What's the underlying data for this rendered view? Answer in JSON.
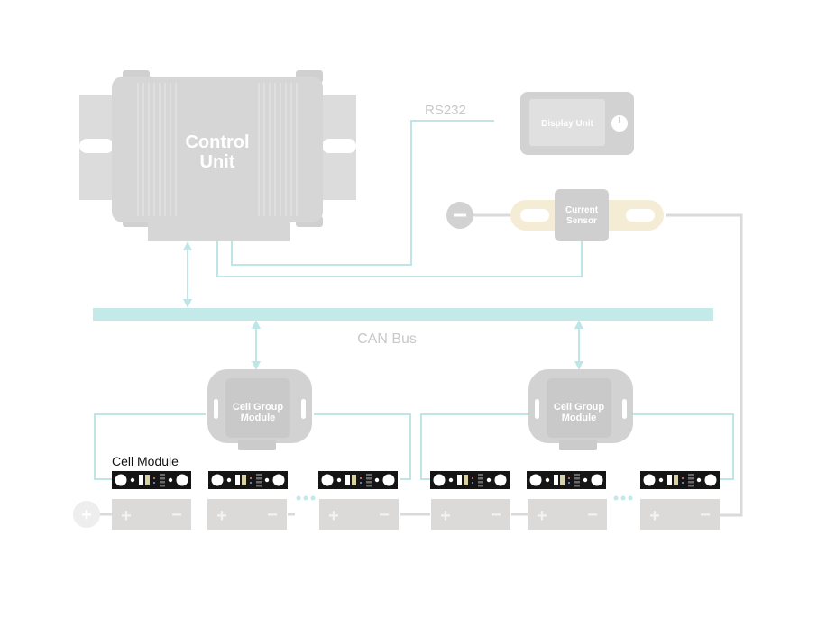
{
  "colors": {
    "device_gray": "#d6d6d6",
    "device_gray_dark": "#c8c8c8",
    "line_teal": "#bfe6e6",
    "bus_teal": "#c4e9e9",
    "battery_gray": "#dcd9d9",
    "wire_gray": "#dadada",
    "sensor_beige": "#f5ecd6",
    "label_gray": "#c8c8c8",
    "module_black": "#151515"
  },
  "control_unit": {
    "line1": "Control",
    "line2": "Unit"
  },
  "display_unit": {
    "label": "Display Unit",
    "icon": "power-dial-icon"
  },
  "rs232": {
    "label": "RS232"
  },
  "current_sensor": {
    "line1": "Current",
    "line2": "Sensor"
  },
  "terminals": {
    "negative": "−",
    "positive": "+"
  },
  "can_bus": {
    "label": "CAN Bus"
  },
  "cell_group_modules": [
    {
      "line1": "Cell Group",
      "line2": "Module"
    },
    {
      "line1": "Cell Group",
      "line2": "Module"
    }
  ],
  "cell_module": {
    "label": "Cell Module"
  },
  "battery": {
    "plus": "+",
    "minus": "−"
  }
}
